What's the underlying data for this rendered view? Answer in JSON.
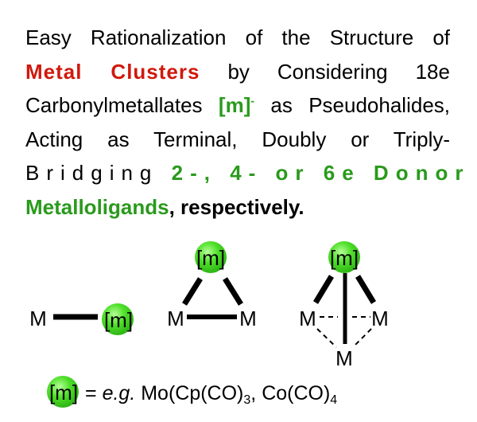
{
  "abstract": {
    "line1": "Easy Rationalization of the Structure of",
    "line2_red": "Metal Clusters",
    "line2_rest": "by Considering 18e",
    "line3_a": "Carbonylmetallates",
    "line3_m": "[m]",
    "line3_sup": "-",
    "line3_b": "as Pseudohalides,",
    "line4": "Acting as Terminal, Doubly or Triply-",
    "line5_a": "Bridging",
    "line5_green": "2-, 4- or 6e Donor",
    "line6_green": "Metalloligands",
    "line6_rest": ", respectively."
  },
  "diagram": {
    "metal": "M",
    "ligand": "[m]",
    "legend_eq": "=",
    "legend_eg": "e.g.",
    "legend_ex1": "Mo(Cp(CO)",
    "legend_ex1_sub": "3",
    "legend_sep": ", Co(CO)",
    "legend_ex2_sub": "4"
  },
  "colors": {
    "red": "#d0190d",
    "green": "#2a9a1c",
    "ball": "#4fe02a"
  }
}
